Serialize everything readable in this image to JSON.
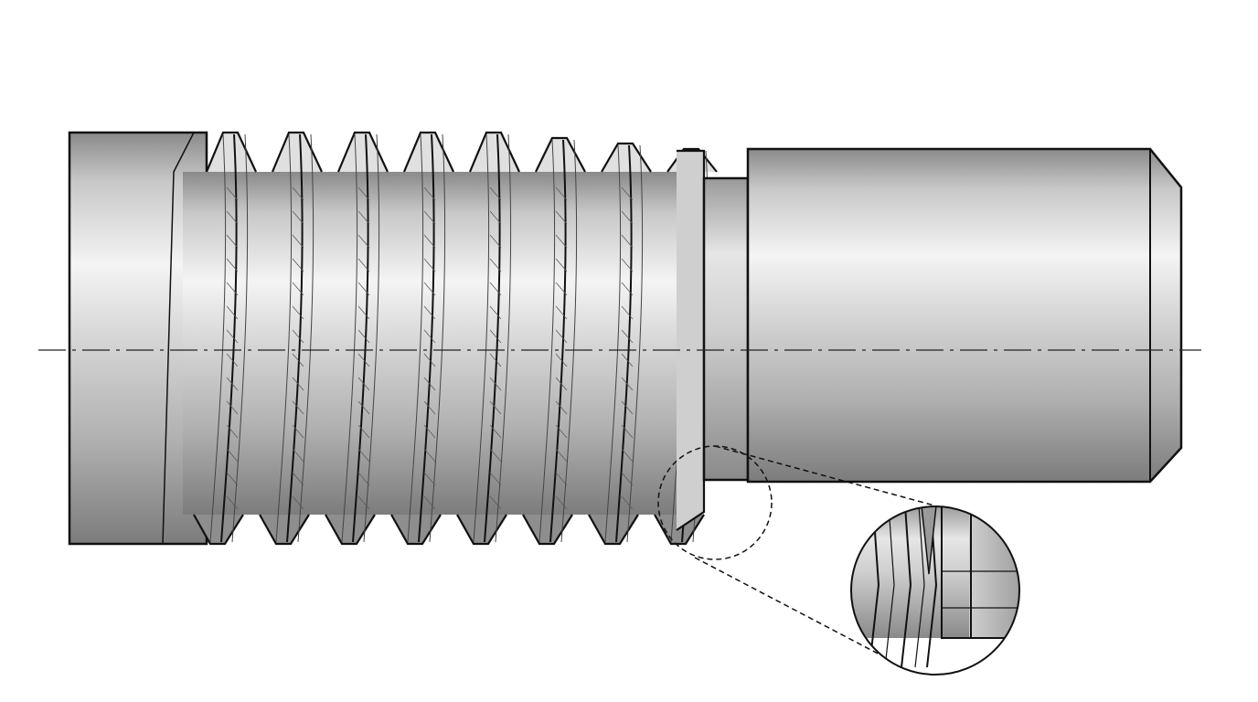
{
  "diagram": {
    "subject": "threaded-shaft-with-relief-groove",
    "colors": {
      "outline": "#111111",
      "metal_light": "#f2f2f2",
      "metal_mid": "#bdbdbd",
      "metal_dark": "#7a7a7a",
      "hatch": "#555555",
      "background": "#ffffff"
    },
    "features": [
      "shank",
      "thread",
      "relief-groove",
      "pin",
      "chamfer",
      "centerline",
      "detail-callout-circle",
      "detail-magnified-view"
    ]
  }
}
